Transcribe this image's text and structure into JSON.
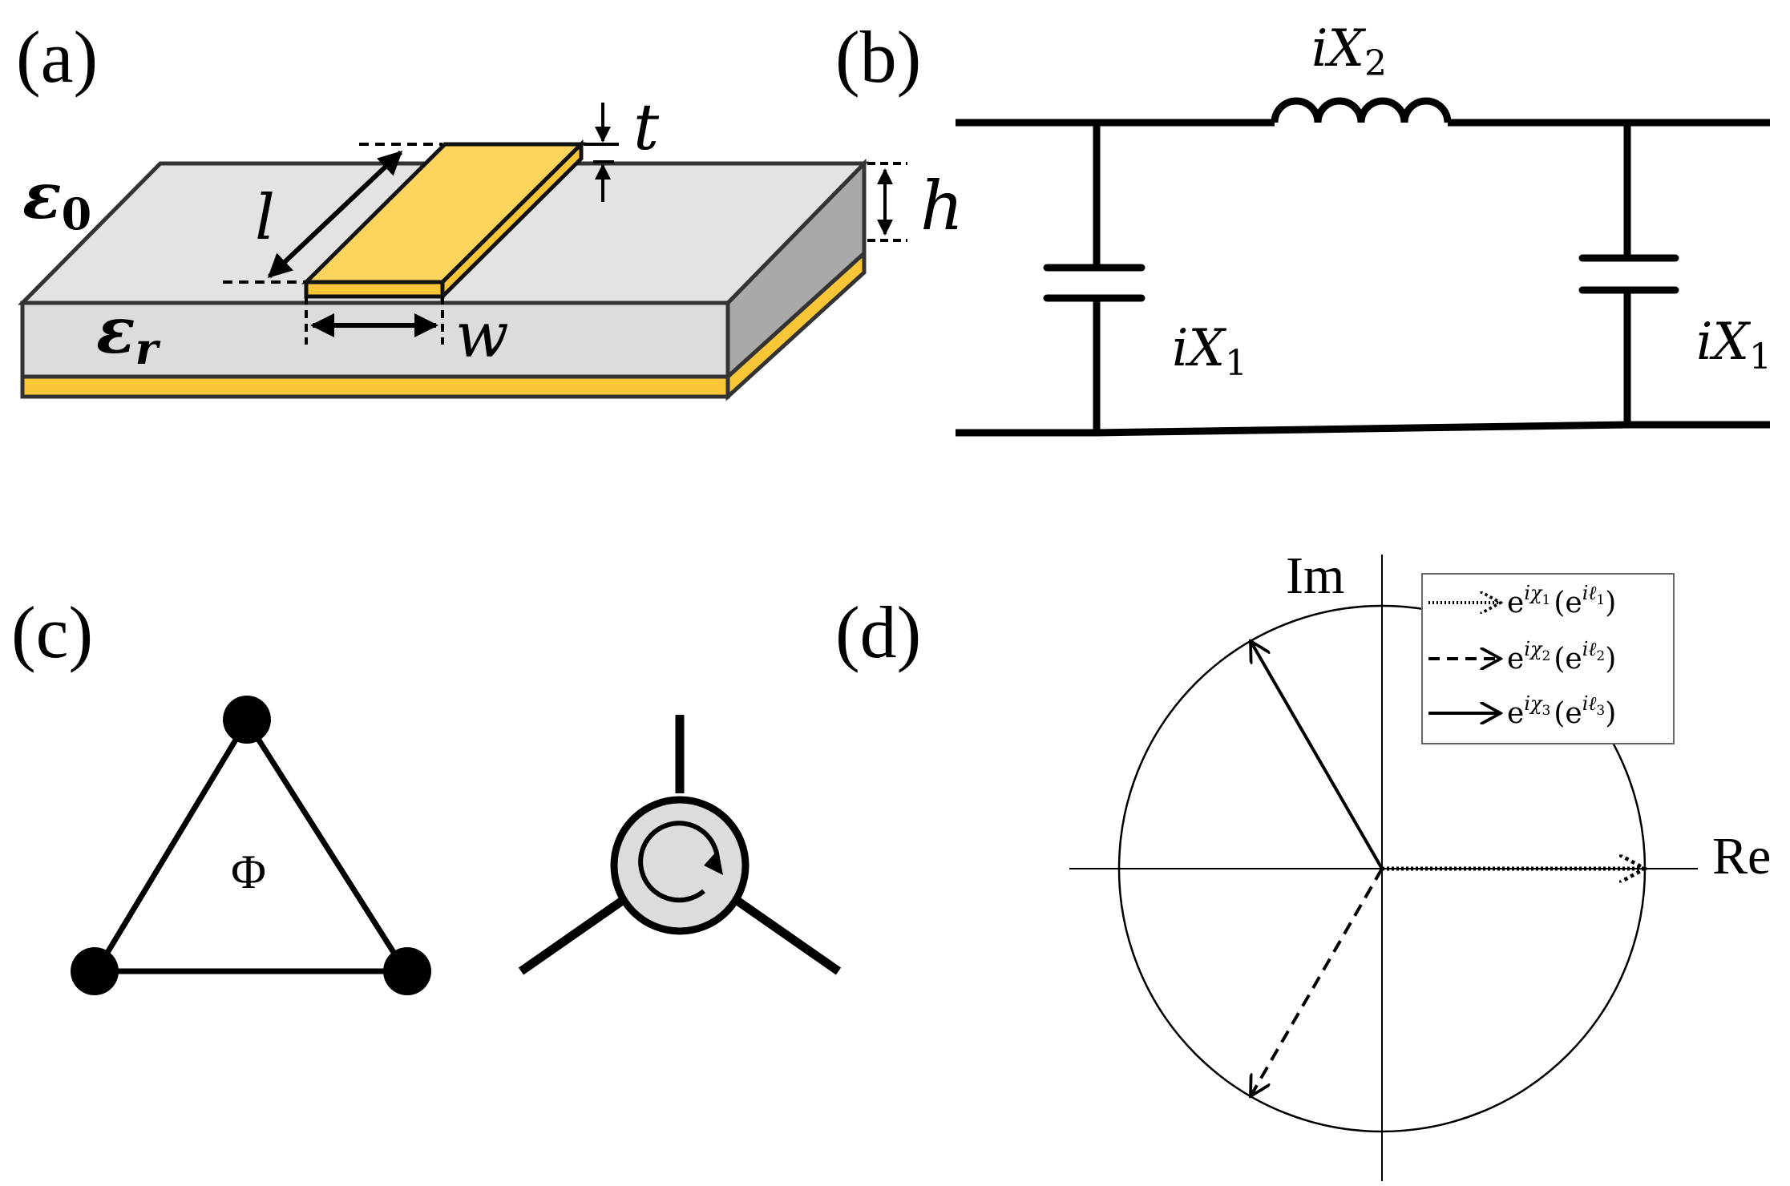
{
  "panels": {
    "a": {
      "label": "(a)",
      "eps0_symbol": "ε",
      "eps0_sub": "0",
      "epsr_symbol": "ε",
      "epsr_sub": "r",
      "length_label": "l",
      "width_label": "w",
      "thickness_label": "t",
      "height_label": "h"
    },
    "b": {
      "label": "(b)",
      "inductor_label": {
        "prefix": "iX",
        "sub": "2"
      },
      "capacitor_left_label": {
        "prefix": "iX",
        "sub": "1"
      },
      "capacitor_right_label": {
        "prefix": "iX",
        "sub": "1"
      }
    },
    "c": {
      "label": "(c)",
      "flux_label": "Φ"
    },
    "d": {
      "label": "(d)",
      "im_label": "Im",
      "re_label": "Re",
      "legend": [
        {
          "line_style": "dotted",
          "text": "e^{iχ1}(e^{iℓ1})",
          "base": "e",
          "exp": "iχ",
          "exp_sub": "1",
          "paren_base": "(e",
          "paren_exp": "iℓ",
          "paren_exp_sub": "1",
          "close": ")"
        },
        {
          "line_style": "dashed",
          "text": "e^{iχ2}(e^{iℓ2})",
          "base": "e",
          "exp": "iχ",
          "exp_sub": "2",
          "paren_base": "(e",
          "paren_exp": "iℓ",
          "paren_exp_sub": "2",
          "close": ")"
        },
        {
          "line_style": "solid",
          "text": "e^{iχ3}(e^{iℓ3})",
          "base": "e",
          "exp": "iχ",
          "exp_sub": "3",
          "paren_base": "(e",
          "paren_exp": "iℓ",
          "paren_exp_sub": "3",
          "close": ")"
        }
      ],
      "phasors": [
        {
          "style": "dotted",
          "angle_deg": 0
        },
        {
          "style": "dashed",
          "angle_deg": 240
        },
        {
          "style": "solid",
          "angle_deg": 120
        }
      ]
    }
  },
  "colors": {
    "gold": "#f9c638",
    "gold_light": "#fdd55c",
    "substrate_top": "#e3e3e3",
    "substrate_front": "#dcdcdc",
    "substrate_side": "#a9a9a9",
    "outline": "#333333",
    "ink": "#000000"
  }
}
